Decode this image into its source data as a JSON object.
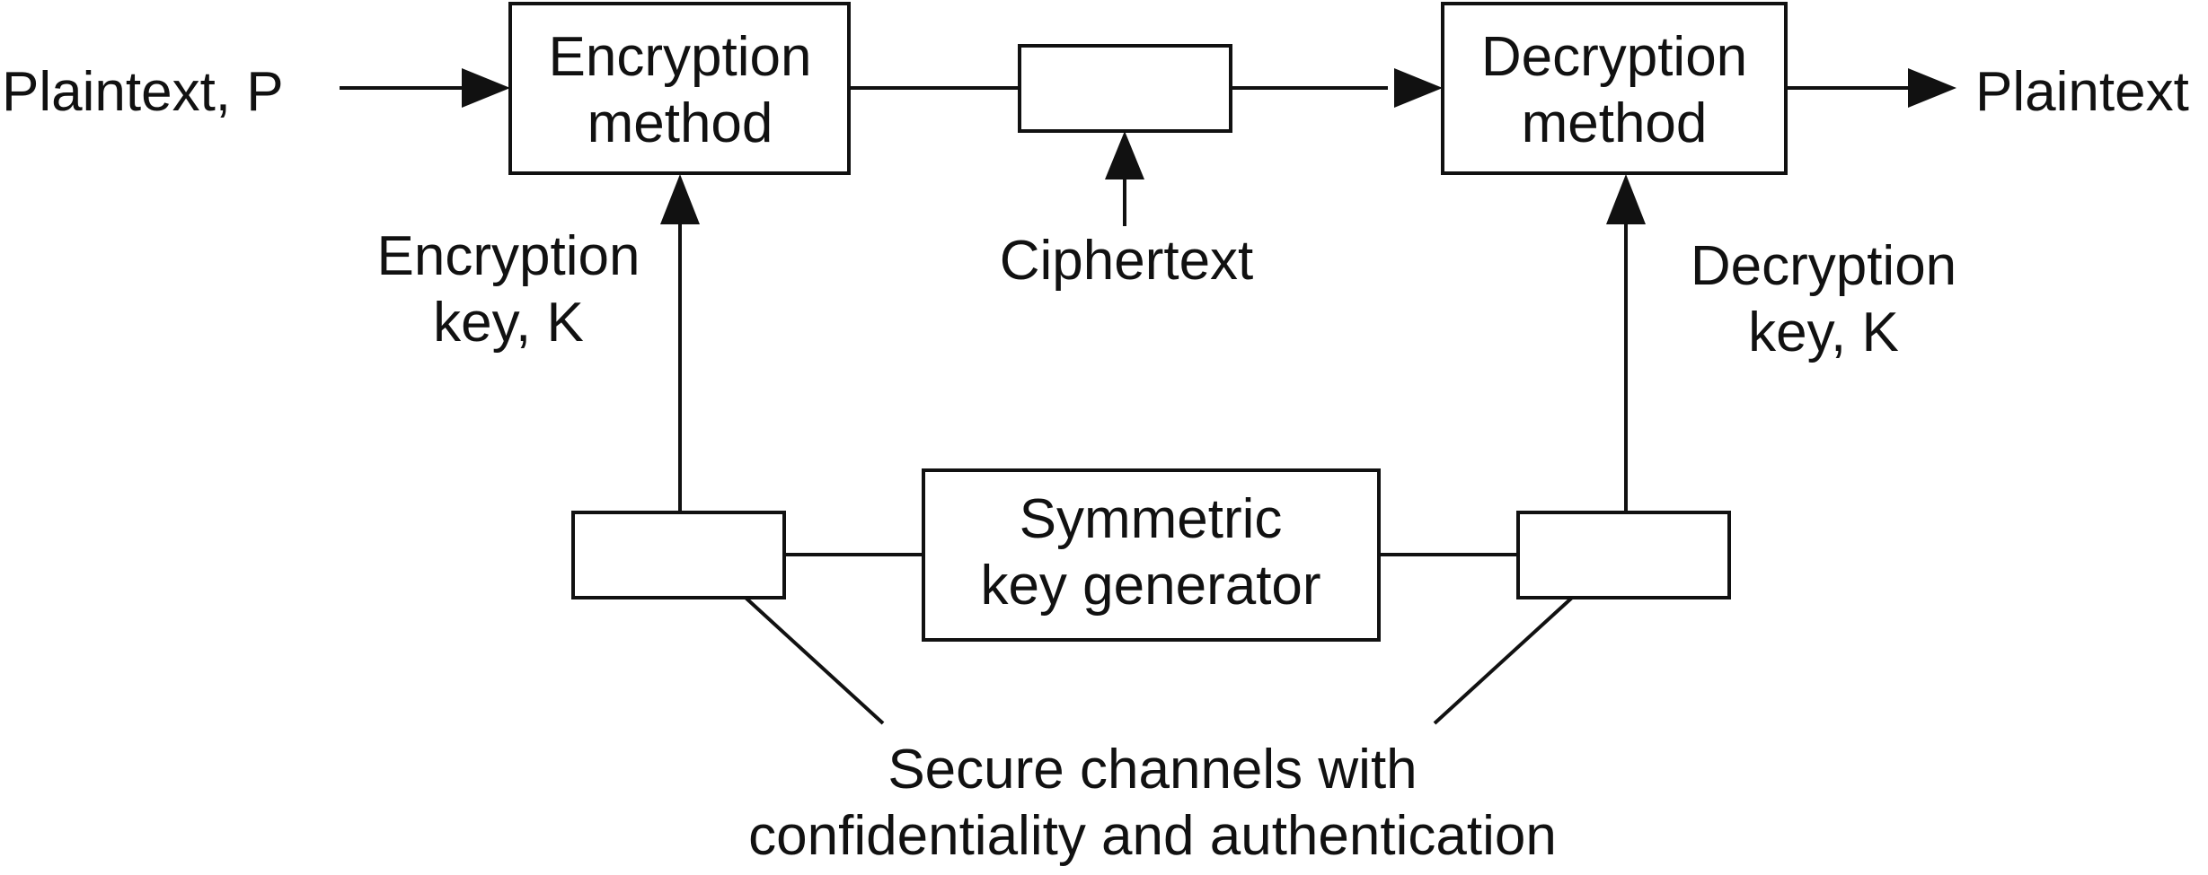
{
  "diagram": {
    "plaintext_in": "Plaintext, P",
    "plaintext_out": "Plaintext",
    "encryption_method": [
      "Encryption",
      "method"
    ],
    "decryption_method": [
      "Decryption",
      "method"
    ],
    "ciphertext": "Ciphertext",
    "encryption_key": [
      "Encryption",
      "key, K"
    ],
    "decryption_key": [
      "Decryption",
      "key, K"
    ],
    "key_generator": [
      "Symmetric",
      "key generator"
    ],
    "secure_channels": [
      "Secure channels with",
      "confidentiality and authentication"
    ]
  }
}
